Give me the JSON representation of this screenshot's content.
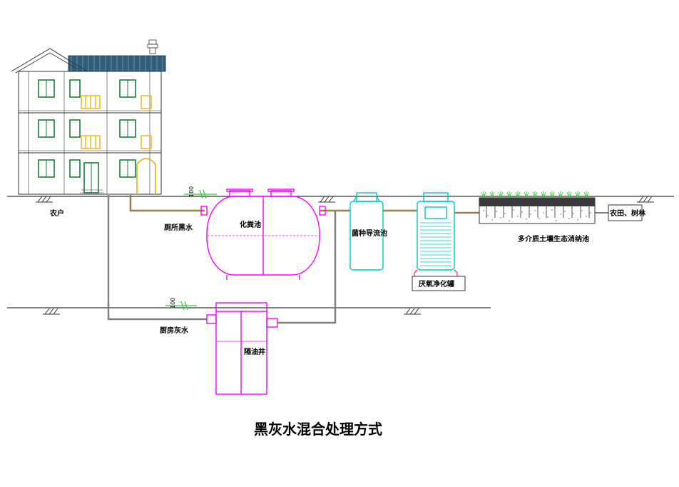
{
  "title": "黑灰水混合处理方式",
  "labels": {
    "farmhouse": "农户",
    "toilet_blackwater": "厕所黑水",
    "septic_tank": "化粪池",
    "guide_tank": "菌种导流池",
    "anoxic_tank": "厌氧净化罐",
    "soil_bed": "多介质土壤生态消纳池",
    "farmland": "农田、树林",
    "kitchen_greywater": "厨房灰水",
    "grease_trap": "隔油井",
    "pipe_size_1": "100",
    "pipe_size_2": "100"
  },
  "colors": {
    "tank_outline": "#ff00ff",
    "guide_outline": "#00c8c8",
    "brown_pipe": "#9b7b4a",
    "gray_pipe": "#808080",
    "roof": "#2f5f7a",
    "window_green": "#1a7a3a",
    "balcony": "#e8b820",
    "grass": "#33cc33"
  }
}
